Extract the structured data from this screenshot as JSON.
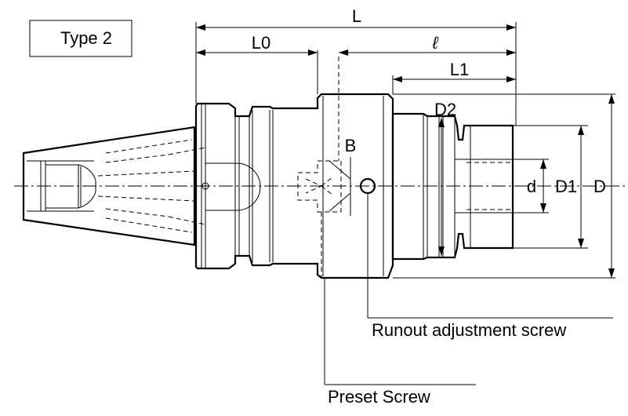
{
  "type_box": {
    "label": "Type 2"
  },
  "dimensions": {
    "L": "L",
    "L0": "L0",
    "l": "ℓ",
    "L1": "L1",
    "D2": "D2",
    "B": "B",
    "d": "d",
    "D1": "D1",
    "D": "D"
  },
  "callouts": {
    "runout": "Runout adjustment screw",
    "preset": "Preset Screw"
  }
}
